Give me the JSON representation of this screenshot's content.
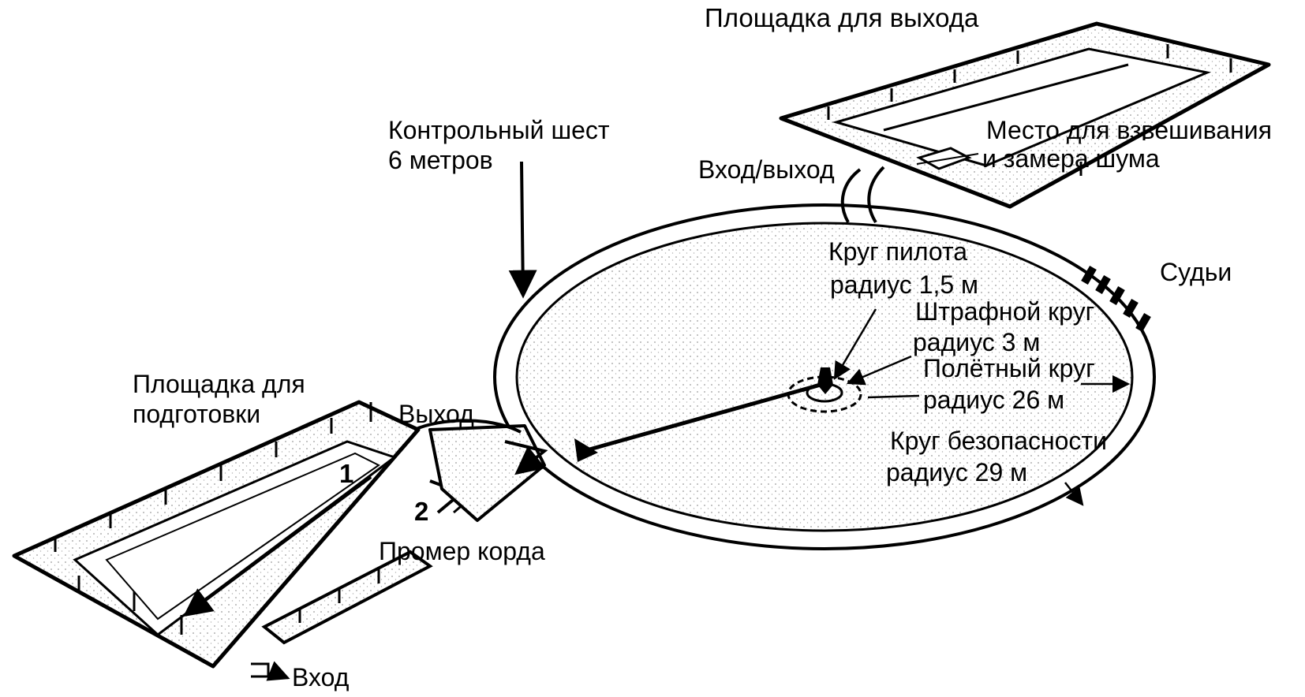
{
  "labels": {
    "exit_area": "Площадка для выхода",
    "control_pole_line1": "Контрольный шест",
    "control_pole_line2": "6 метров",
    "weighing_line1": "Место для взвешивания",
    "weighing_line2": "и замера шума",
    "entry_exit": "Вход/выход",
    "pilot_circle_line1": "Круг пилота",
    "pilot_circle_line2": "радиус 1,5 м",
    "judges": "Судьи",
    "penalty_circle_line1": "Штрафной круг",
    "penalty_circle_line2": "радиус 3 м",
    "flight_circle_line1": "Полётный круг",
    "flight_circle_line2": "радиус 26 м",
    "prep_area_line1": "Площадка для",
    "prep_area_line2": "подготовки",
    "exit": "Выход",
    "safety_circle_line1": "Круг безопасности",
    "safety_circle_line2": "радиус 29 м",
    "num_1": "1",
    "num_2": "2",
    "cord_measure": "Промер корда",
    "entry": "Вход"
  },
  "colors": {
    "ink": "#000000",
    "paper": "#ffffff",
    "stipple": "#bdbdbd"
  }
}
